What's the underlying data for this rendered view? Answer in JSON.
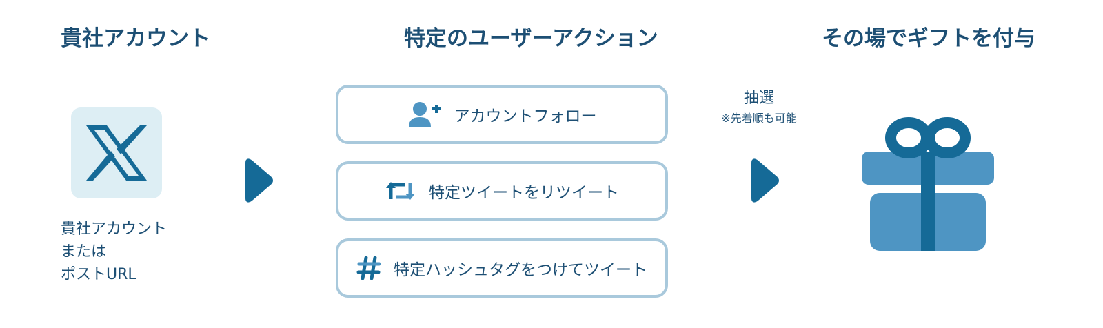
{
  "headings": {
    "account": "貴社アカウント",
    "actions": "特定のユーザーアクション",
    "gift": "その場でギフトを付与"
  },
  "account_block": {
    "logo_icon": "x-logo-icon",
    "lines": [
      "貴社アカウント",
      "または",
      "ポストURL"
    ]
  },
  "actions": [
    {
      "icon": "user-plus-icon",
      "label": "アカウントフォロー"
    },
    {
      "icon": "retweet-icon",
      "label": "特定ツイートをリツイート"
    },
    {
      "icon": "hashtag-icon",
      "label": "特定ハッシュタグをつけてツイート"
    }
  ],
  "lottery": {
    "label": "抽選",
    "note": "※先着順も可能"
  },
  "colors": {
    "primary": "#156a97",
    "icon_blue": "#4e95c3",
    "logo_bg": "#ddeef4",
    "border": "#a9c9dc",
    "text": "#1d4f74"
  }
}
